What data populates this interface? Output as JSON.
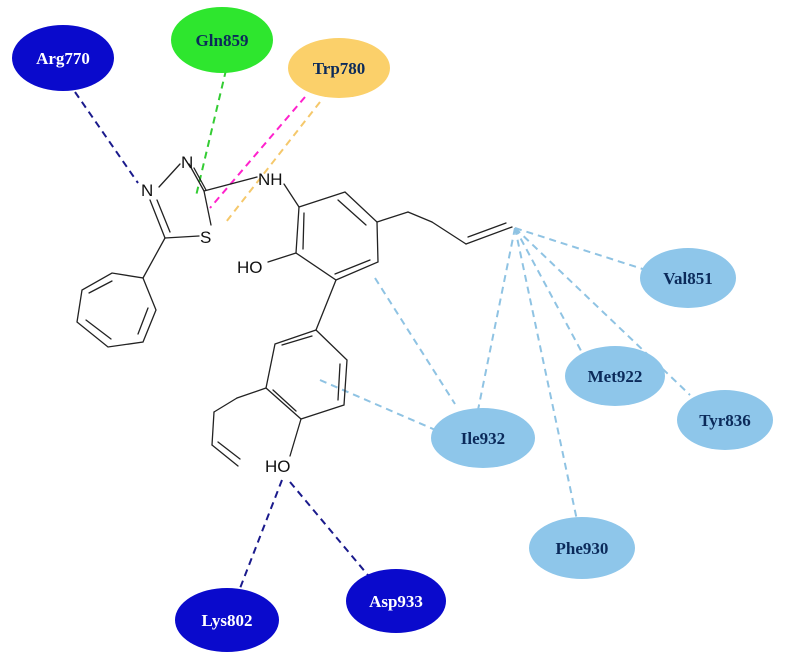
{
  "colors": {
    "hbond": "#1a1a8c",
    "hydrophobic": "#8fc3e3",
    "pi_pi": "#ff22cc",
    "pi_sulfur": "#f5c86b",
    "vdw_green": "#33cc33",
    "res_dark_blue": "#0a0acc",
    "res_light_blue": "#8ec6ea",
    "res_green": "#2ee62e",
    "res_orange": "#fbd06a",
    "res_text_dark": "#0b2a5a",
    "res_text_light": "#ffffff"
  },
  "atoms": {
    "nh": "NH",
    "n1": "N",
    "n2": "N",
    "s": "S",
    "oh1": "HO",
    "oh2": "HO"
  },
  "residues": {
    "arg770": "Arg770",
    "gln859": "Gln859",
    "trp780": "Trp780",
    "val851": "Val851",
    "met922": "Met922",
    "tyr836": "Tyr836",
    "ile932": "Ile932",
    "phe930": "Phe930",
    "lys802": "Lys802",
    "asp933": "Asp933"
  }
}
